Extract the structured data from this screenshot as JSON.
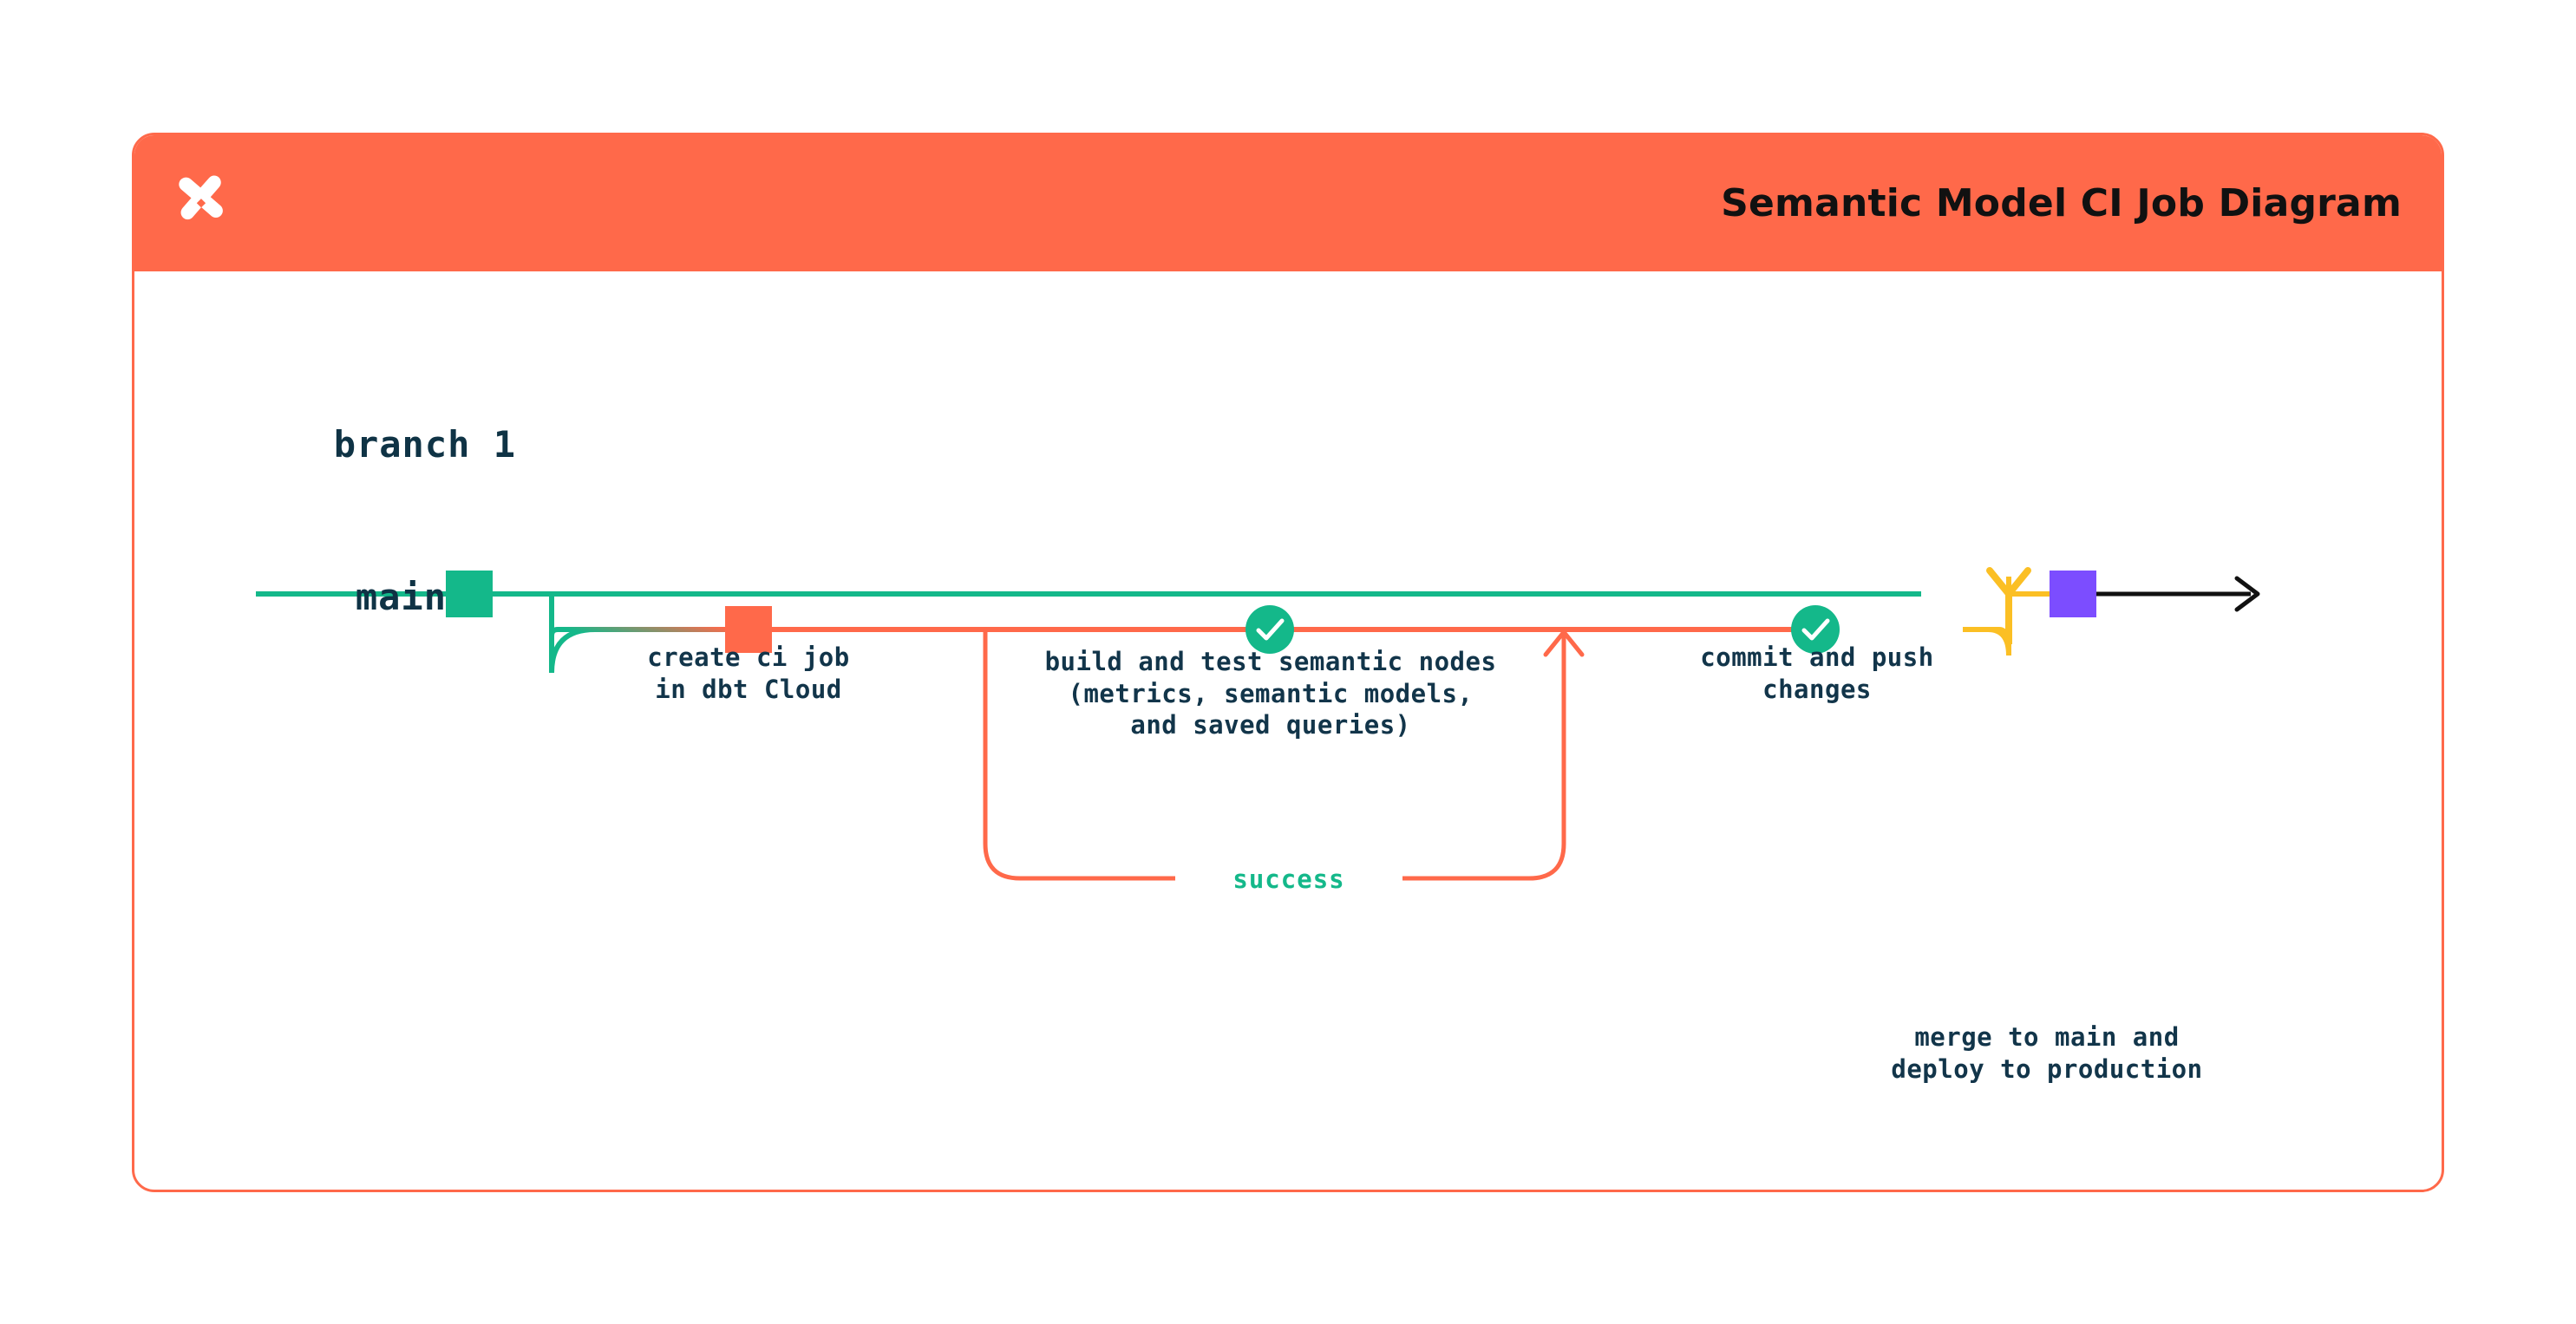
{
  "header": {
    "title": "Semantic Model CI Job Diagram",
    "logo_icon": "dbt-logo-icon",
    "background_color": "#FF694A",
    "title_color": "#111111"
  },
  "diagram": {
    "type": "git-branch-flow",
    "branches": [
      {
        "id": "branch-1",
        "label": "branch 1",
        "line_color": "#FF694A"
      },
      {
        "id": "main",
        "label": "main",
        "line_color": "#14B88A"
      }
    ],
    "nodes": [
      {
        "id": "create-ci-job",
        "marker": "square",
        "marker_color": "#FF694A",
        "branch": "branch-1",
        "label": "create ci job\nin dbt Cloud",
        "label_lines": [
          "create ci job",
          "in dbt Cloud"
        ]
      },
      {
        "id": "build-and-test",
        "marker": "check-circle",
        "marker_color": "#14B88A",
        "marker_icon": "check-icon",
        "branch": "branch-1",
        "label": "build and test semantic nodes\n(metrics, semantic models,\nand saved queries)",
        "label_lines": [
          "build and test semantic nodes",
          "(metrics, semantic models,",
          "and saved queries)"
        ]
      },
      {
        "id": "commit-and-push",
        "marker": "check-circle",
        "marker_color": "#14B88A",
        "marker_icon": "check-icon",
        "branch": "branch-1",
        "label": "commit and push\nchanges",
        "label_lines": [
          "commit and push",
          "changes"
        ]
      },
      {
        "id": "merge-to-main",
        "marker": "square",
        "marker_color": "#7C4DFF",
        "branch": "main",
        "label": "merge to main and\ndeploy to production",
        "label_lines": [
          "merge to main and",
          "deploy to production"
        ]
      }
    ],
    "loop": {
      "id": "retry-loop",
      "label": "success",
      "label_color": "#14B88A",
      "line_color": "#FF694A",
      "direction": "right-to-left-return-up"
    },
    "merge_arrow": {
      "id": "merge-arrow",
      "color": "#FBBF24",
      "from": "branch-1",
      "to": "main"
    },
    "end_arrow": {
      "id": "production-arrow",
      "color": "#111111"
    },
    "colors": {
      "orange": "#FF694A",
      "teal": "#14B88A",
      "yellow": "#FBBF24",
      "purple": "#7C4DFF",
      "ink": "#12354A",
      "black": "#111111"
    }
  }
}
